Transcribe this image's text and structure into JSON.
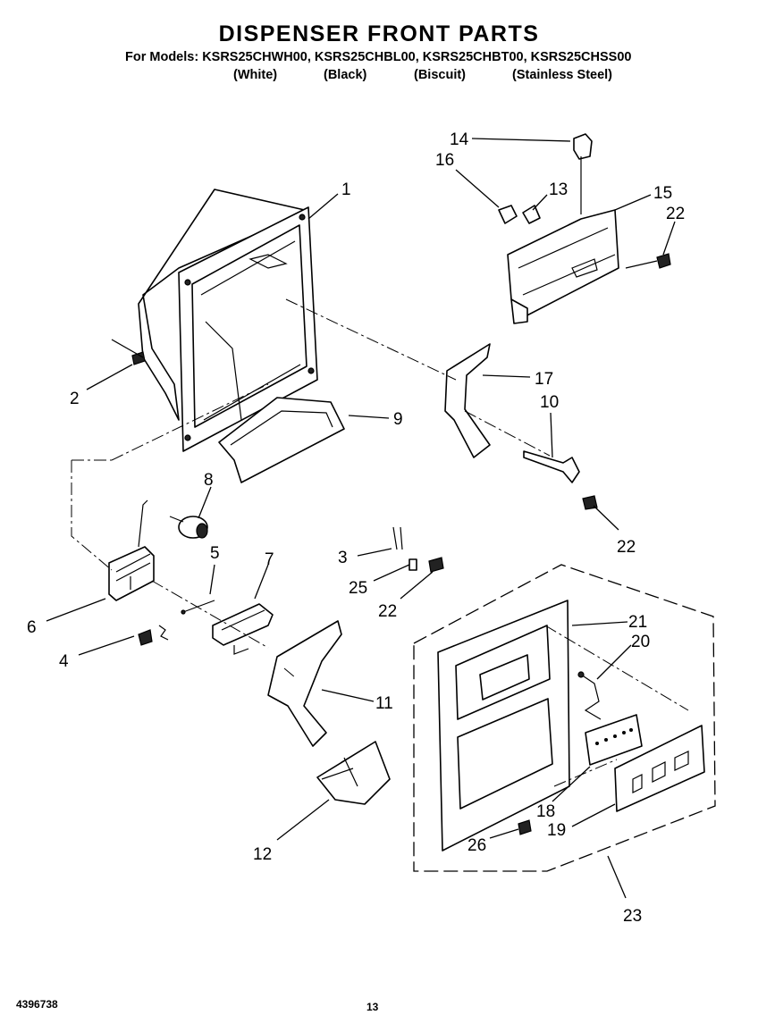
{
  "title": "DISPENSER FRONT PARTS",
  "models_line": "For Models: KSRS25CHWH00, KSRS25CHBL00, KSRS25CHBT00, KSRS25CHSS00",
  "colors": {
    "white": "(White)",
    "black": "(Black)",
    "biscuit": "(Biscuit)",
    "stainless": "(Stainless Steel)"
  },
  "callouts": {
    "p1": "1",
    "p2": "2",
    "p3": "3",
    "p4": "4",
    "p5": "5",
    "p6": "6",
    "p7": "7",
    "p8": "8",
    "p9": "9",
    "p10": "10",
    "p11": "11",
    "p12": "12",
    "p13": "13",
    "p14": "14",
    "p15": "15",
    "p16": "16",
    "p17": "17",
    "p18": "18",
    "p19": "19",
    "p20": "20",
    "p21": "21",
    "p22a": "22",
    "p22b": "22",
    "p22c": "22",
    "p23": "23",
    "p25": "25",
    "p26": "26"
  },
  "footer": {
    "doc_number": "4396738",
    "page_number": "13"
  }
}
